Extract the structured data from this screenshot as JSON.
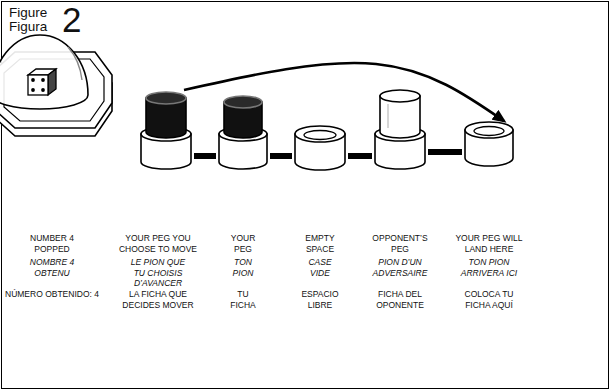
{
  "diagram": {
    "nodes": [
      {
        "text": [
          "NUMBER 4 POPPED",
          "NOMBRE 4 OBTENU",
          "NÚMERO OBTENIDO: 4"
        ]
      },
      {
        "text": [
          "YOUR PEG YOU CHOOSE TO MOVE",
          "LE PION QUE TU CHOISIS D’AVANCER",
          "LA FICHA QUE DECIDES MOVER"
        ]
      },
      {
        "text": [
          "YOUR PEG",
          "TON PION",
          "TU FICHA"
        ]
      },
      {
        "text": [
          "EMPTY SPACE",
          "CASE VIDE",
          "ESPACIO LIBRE"
        ]
      },
      {
        "text": [
          "OPPONENT’S PEG",
          "PION D’UN ADVERSAIRE",
          "FICHA DEL OPONENTE"
        ]
      },
      {
        "text": [
          "YOUR PEG WILL LAND HERE",
          "TON PION ARRIVERA ICI",
          "COLOCA TU FICHA AQUÍ"
        ]
      }
    ],
    "edges": [
      {
        "from": 1,
        "to": 5,
        "arrow": "to"
      },
      {
        "from": 1,
        "to": 2,
        "arrow": "none"
      },
      {
        "from": 2,
        "to": 3,
        "arrow": "none"
      },
      {
        "from": 3,
        "to": 4,
        "arrow": "none"
      },
      {
        "from": 4,
        "to": 5,
        "arrow": "none"
      }
    ],
    "labels": [
      "Figure",
      "Figura",
      "2"
    ]
  }
}
